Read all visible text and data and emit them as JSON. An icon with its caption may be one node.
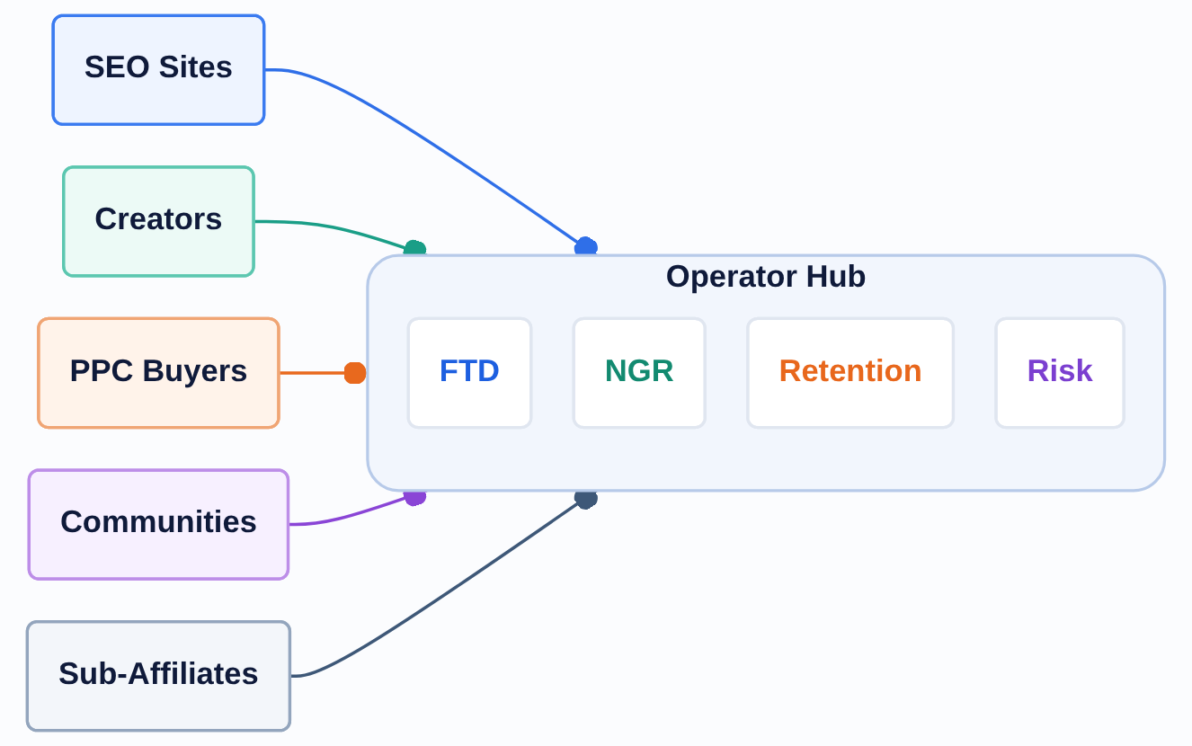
{
  "diagram": {
    "nodes": [
      {
        "text": [
          "SEO Sites"
        ]
      },
      {
        "text": [
          "Creators"
        ]
      },
      {
        "text": [
          "Operator Hub"
        ]
      },
      {
        "text": [
          "FTD"
        ],
        "in": 2
      },
      {
        "text": [
          "NGR"
        ],
        "in": 2
      },
      {
        "text": [
          "Retention"
        ],
        "in": 2
      },
      {
        "text": [
          "Risk"
        ],
        "in": 2
      },
      {
        "text": [
          "PPC Buyers"
        ]
      },
      {
        "text": [
          "Communities"
        ]
      },
      {
        "text": [
          "Sub-Affiliates"
        ]
      }
    ],
    "edges": [
      {
        "from": 0,
        "to": 2,
        "arrow": "other",
        "color": "#2f6fe8"
      },
      {
        "from": 1,
        "to": 2,
        "arrow": "other",
        "color": "#1a9e87"
      },
      {
        "from": 7,
        "to": 2,
        "arrow": "other",
        "color": "#e8691e"
      },
      {
        "from": 8,
        "to": 2,
        "arrow": "other",
        "color": "#8a45d6"
      },
      {
        "from": 9,
        "to": 2,
        "arrow": "other",
        "color": "#3e5878"
      }
    ]
  }
}
